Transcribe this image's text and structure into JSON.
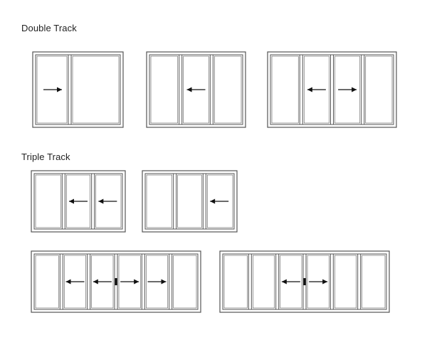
{
  "headings": {
    "double": "Double Track",
    "triple": "Triple Track"
  },
  "colors": {
    "frame": "#555555",
    "arrow": "#111111",
    "background": "#ffffff"
  },
  "icons": {
    "arrow_left": "arrow-left-icon",
    "arrow_right": "arrow-right-icon",
    "handle": "handle-icon"
  },
  "configurations": [
    {
      "id": "dt-1",
      "group": "double",
      "panels": 2,
      "arrows": [
        "right",
        null
      ]
    },
    {
      "id": "dt-2",
      "group": "double",
      "panels": 3,
      "arrows": [
        null,
        "left",
        null
      ]
    },
    {
      "id": "dt-3",
      "group": "double",
      "panels": 4,
      "arrows": [
        null,
        "left",
        "right",
        null
      ]
    },
    {
      "id": "tt-1",
      "group": "triple",
      "panels": 3,
      "arrows": [
        null,
        "left",
        "left"
      ]
    },
    {
      "id": "tt-2",
      "group": "triple",
      "panels": 3,
      "arrows": [
        null,
        null,
        "left"
      ]
    },
    {
      "id": "tt-3",
      "group": "triple",
      "panels": 6,
      "arrows": [
        null,
        "left",
        "left",
        "right",
        "right",
        null
      ]
    },
    {
      "id": "tt-4",
      "group": "triple",
      "panels": 6,
      "arrows": [
        null,
        null,
        "left",
        "right",
        null,
        null
      ]
    }
  ]
}
